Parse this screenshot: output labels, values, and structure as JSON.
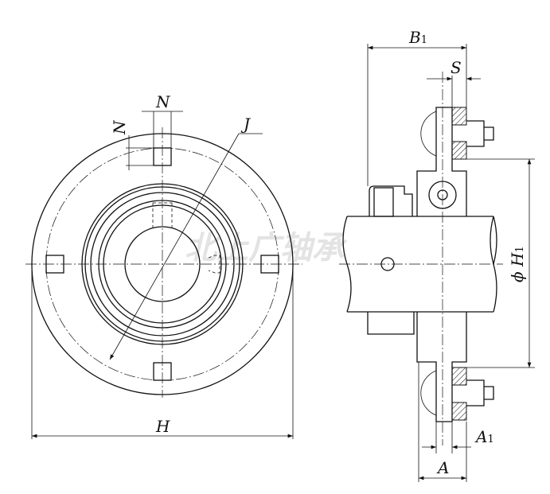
{
  "watermark": "北上广轴承",
  "labels": {
    "N_top": "N",
    "N_side": "N",
    "J": "J",
    "H": "H",
    "B": "B",
    "B_sub": "1",
    "S": "S",
    "phi": "ϕ",
    "H1": "H",
    "H1_sub": "1",
    "A1": "A",
    "A1_sub": "1",
    "A": "A"
  }
}
